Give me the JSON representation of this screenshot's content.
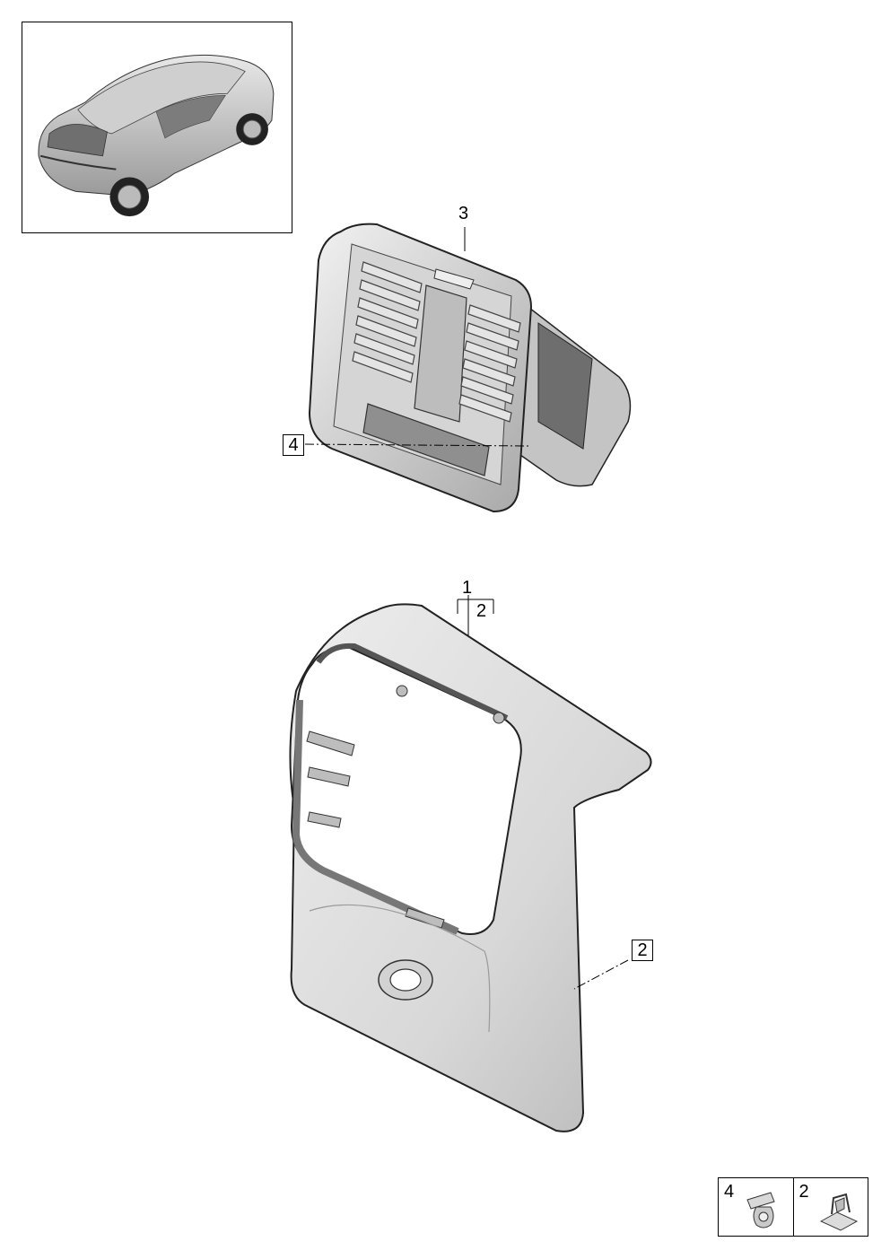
{
  "thumbnail": {
    "icon": "suv-vehicle-icon"
  },
  "callouts": {
    "part_3": "3",
    "part_4": "4",
    "part_1": "1",
    "part_2_top": "2",
    "part_2_side": "2"
  },
  "legend": {
    "items": [
      {
        "number": "4",
        "icon": "bolt-icon"
      },
      {
        "number": "2",
        "icon": "clip-icon"
      }
    ]
  },
  "colors": {
    "line": "#000000",
    "part_fill": "#e6e6e6",
    "part_shadow": "#bdbdbd"
  }
}
